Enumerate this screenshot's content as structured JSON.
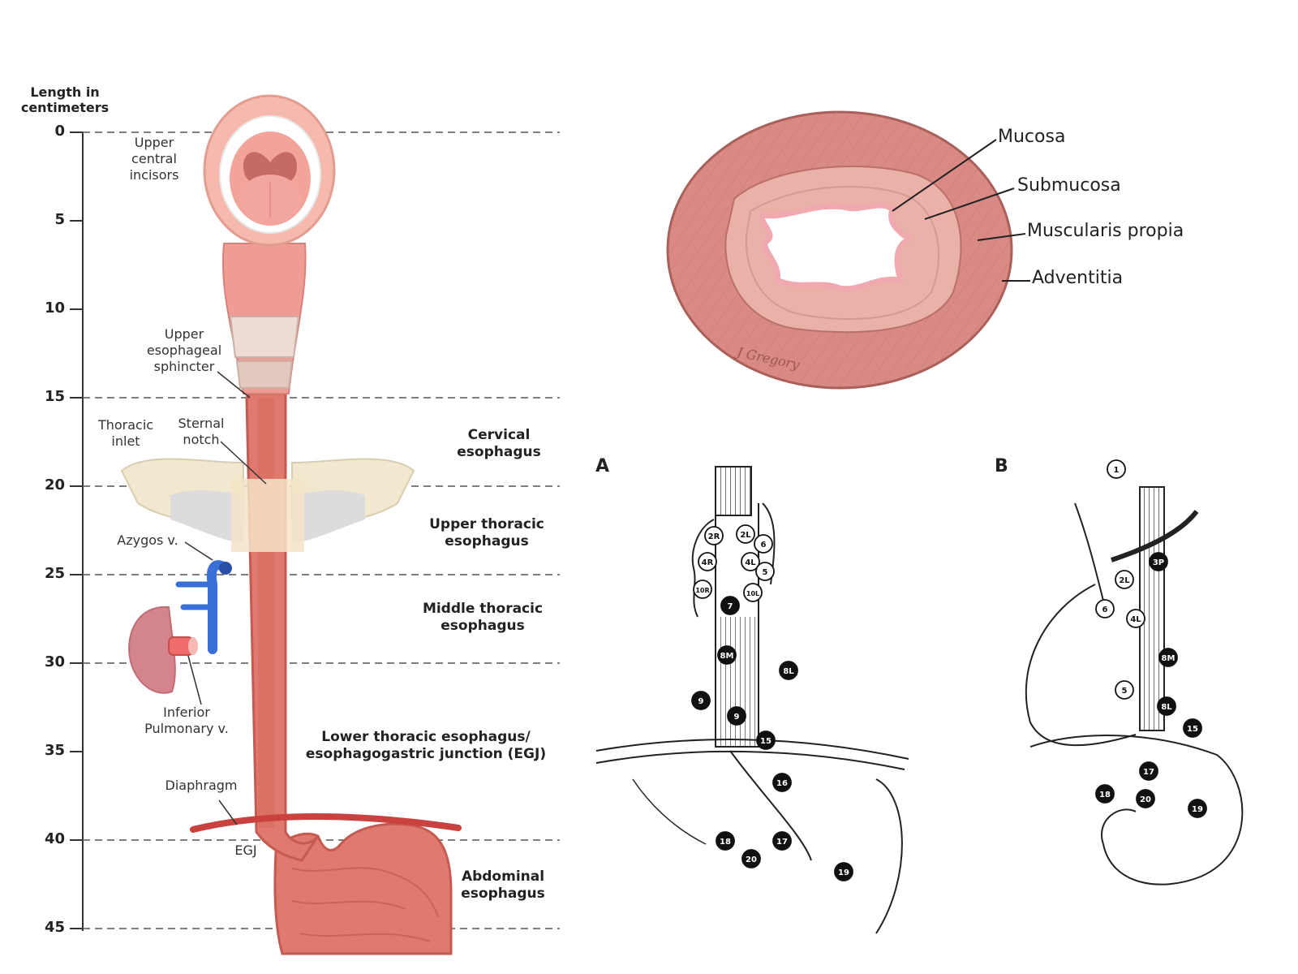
{
  "scale": {
    "title_line1": "Length in",
    "title_line2": "centimeters",
    "ticks": [
      "0",
      "5",
      "10",
      "15",
      "20",
      "25",
      "30",
      "35",
      "40",
      "45"
    ]
  },
  "anatomy_labels": {
    "incisors": [
      "Upper",
      "central",
      "incisors"
    ],
    "ues": [
      "Upper",
      "esophageal",
      "sphincter"
    ],
    "thoracic_inlet": [
      "Thoracic",
      "inlet"
    ],
    "sternal_notch": [
      "Sternal",
      "notch"
    ],
    "azygos": "Azygos v.",
    "pulmonary": [
      "Inferior",
      "Pulmonary v."
    ],
    "diaphragm": "Diaphragm",
    "egj": "EGJ"
  },
  "regions": {
    "cervical": [
      "Cervical",
      "esophagus"
    ],
    "upper_thoracic": [
      "Upper thoracic",
      "esophagus"
    ],
    "middle_thoracic": [
      "Middle thoracic",
      "esophagus"
    ],
    "lower_thoracic": [
      "Lower thoracic esophagus/",
      "esophagogastric junction (EGJ)"
    ],
    "abdominal": [
      "Abdominal",
      "esophagus"
    ]
  },
  "cross_section": {
    "layers": [
      "Mucosa",
      "Submucosa",
      "Muscularis propia",
      "Adventitia"
    ],
    "signature": "J Gregory"
  },
  "lymph_panels": {
    "a": {
      "label": "A",
      "nodes": [
        "2R",
        "2L",
        "4R",
        "4L",
        "10R",
        "10L",
        "5",
        "6",
        "7",
        "8M",
        "8L",
        "9",
        "9",
        "15",
        "16",
        "17",
        "18",
        "19",
        "20"
      ]
    },
    "b": {
      "label": "B",
      "nodes": [
        "1",
        "2L",
        "3P",
        "4L",
        "5",
        "6",
        "8M",
        "8L",
        "15",
        "17",
        "18",
        "19",
        "20"
      ]
    }
  },
  "colors": {
    "esophagus": "#e07a6e",
    "esophagus_dark": "#c45a50",
    "mouth": "#f4b4a8",
    "muscle": "#d98a84",
    "submucosa": "#eab1a9",
    "mucosa": "#f5c8c8",
    "vein": "#3a6fd8",
    "bone": "#f0e6cf",
    "grey_bone": "#d8d8d8",
    "lung": "#d4848c"
  }
}
